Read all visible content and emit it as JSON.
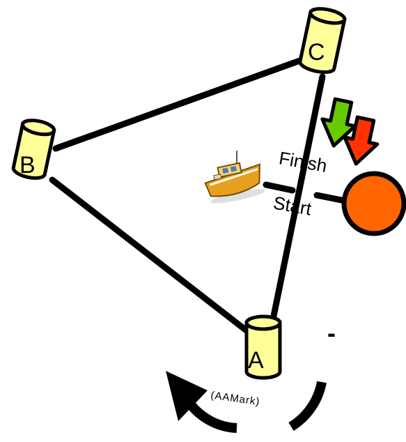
{
  "marks": {
    "a": "A",
    "b": "B",
    "c": "C",
    "a_sub": "(AAMark)"
  },
  "line_labels": {
    "finish": "Finish",
    "start": "Start",
    "minus": "-"
  },
  "colors": {
    "buoy_fill": "#ffff99",
    "buoy_stroke": "#000000",
    "course_line": "#000000",
    "committee_boat": "#ff6600",
    "green_arrow": "#66cc00",
    "red_arrow": "#ff3300",
    "boat_hull": "#e8a020"
  },
  "icons": [
    "buoy-icon",
    "committee-boat-icon",
    "motorboat-icon",
    "green-arrow-icon",
    "red-arrow-icon",
    "rounding-direction-arrow-icon"
  ]
}
